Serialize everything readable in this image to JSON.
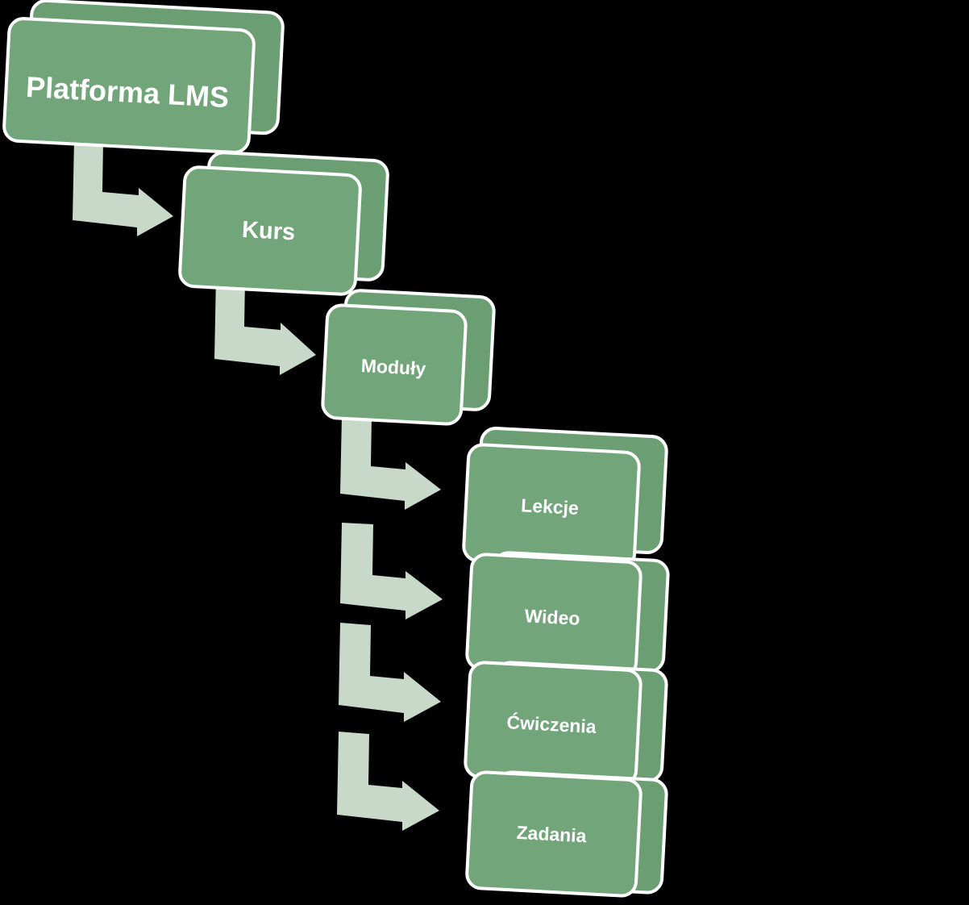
{
  "diagram": {
    "nodes": {
      "platform": "Platforma LMS",
      "course": "Kurs",
      "modules": "Moduły",
      "lessons": "Lekcje",
      "video": "Wideo",
      "exercises": "Ćwiczenia",
      "tasks": "Zadania"
    },
    "colors": {
      "background": "#000000",
      "box_fill": "#72a57a",
      "box_side": "#6b9f73",
      "box_border": "#ffffff",
      "arrow_fill": "#c8d9ca",
      "text": "#ffffff"
    }
  }
}
